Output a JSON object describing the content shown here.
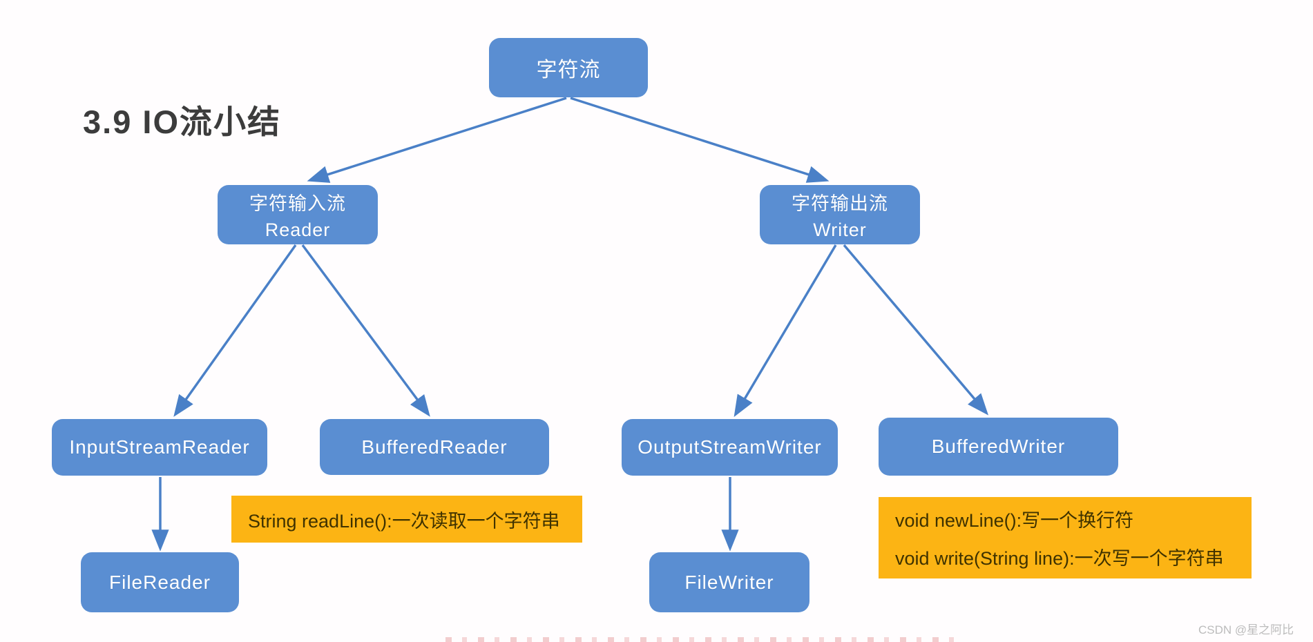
{
  "title": "3.9 IO流小结",
  "colors": {
    "node_blue": "#5a8ed2",
    "arrow_blue": "#4a80c7",
    "note_yellow": "#fcb414",
    "node_text": "#ffffff",
    "note_text": "#3f3200",
    "title_text": "#3c3c3c",
    "watermark_gray": "#bcbcbc",
    "background": "#fffdfe"
  },
  "diagram": {
    "type": "tree",
    "root": {
      "label": "字符流"
    },
    "reader": {
      "label_cn": "字符输入流",
      "label_en": "Reader"
    },
    "writer": {
      "label_cn": "字符输出流",
      "label_en": "Writer"
    },
    "input_stream_reader": {
      "label": "InputStreamReader"
    },
    "buffered_reader": {
      "label": "BufferedReader"
    },
    "output_stream_writer": {
      "label": "OutputStreamWriter"
    },
    "buffered_writer": {
      "label": "BufferedWriter"
    },
    "file_reader": {
      "label": "FileReader"
    },
    "file_writer": {
      "label": "FileWriter"
    },
    "edges": [
      "字符流 -> 字符输入流 Reader",
      "字符流 -> 字符输出流 Writer",
      "字符输入流 Reader -> InputStreamReader",
      "字符输入流 Reader -> BufferedReader",
      "字符输出流 Writer -> OutputStreamWriter",
      "字符输出流 Writer -> BufferedWriter",
      "InputStreamReader -> FileReader",
      "OutputStreamWriter -> FileWriter"
    ]
  },
  "notes": {
    "read_line": "String readLine():一次读取一个字符串",
    "new_line": "void newLine():写一个换行符",
    "write_line": "void write(String line):一次写一个字符串"
  },
  "watermark": "CSDN @星之阿比"
}
